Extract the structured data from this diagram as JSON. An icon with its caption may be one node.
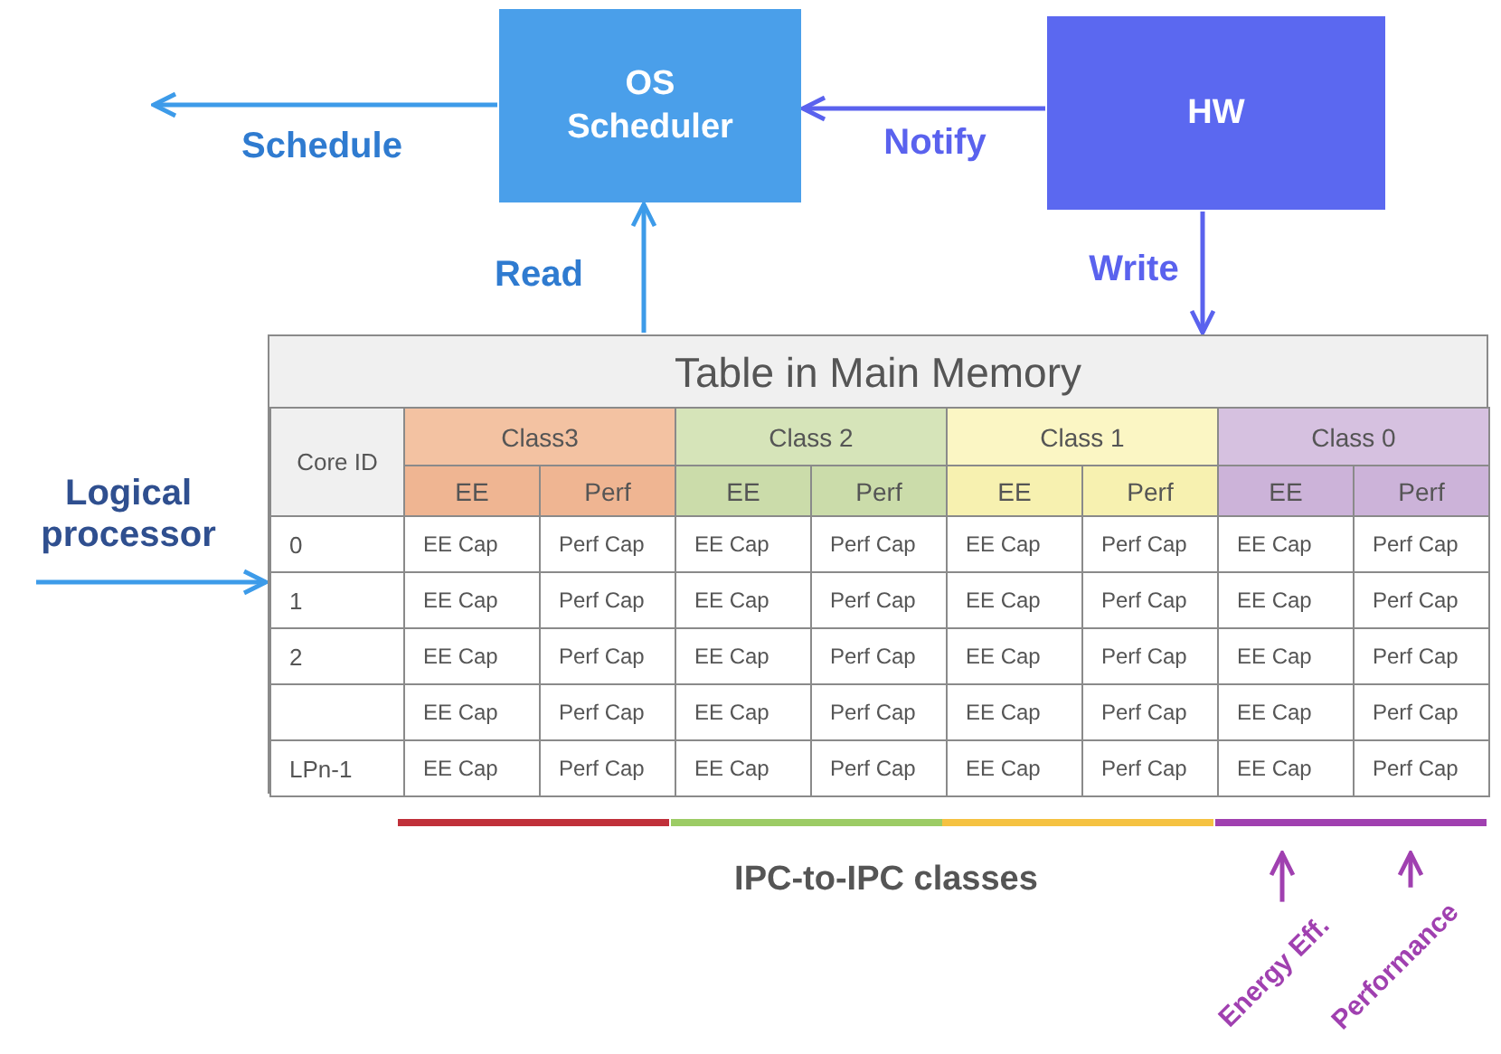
{
  "diagram": {
    "nodes": [
      {
        "text": [
          "OS Scheduler"
        ]
      },
      {
        "text": [
          "HW"
        ]
      },
      {
        "text": [
          "Table in Main Memory"
        ]
      },
      {
        "text": [
          "Logical processor"
        ]
      },
      {
        "text": [
          "Energy Eff."
        ]
      },
      {
        "text": [
          "Performance"
        ]
      }
    ],
    "edges": [
      {
        "from": 0,
        "to": null,
        "arrow": "to",
        "label": "Schedule"
      },
      {
        "from": 1,
        "to": 0,
        "arrow": "to",
        "label": "Notify",
        "color": "#5a62ee"
      },
      {
        "from": 2,
        "to": 0,
        "arrow": "to",
        "label": "Read"
      },
      {
        "from": 1,
        "to": 2,
        "arrow": "to",
        "label": "Write",
        "color": "#5a62ee"
      },
      {
        "from": 3,
        "to": 2,
        "arrow": "to"
      },
      {
        "from": 4,
        "to": null,
        "arrow": "to",
        "color": "#a040b0"
      },
      {
        "from": 5,
        "to": null,
        "arrow": "to",
        "color": "#a040b0"
      }
    ],
    "labels": [
      "Core ID",
      "Class3",
      "Class 2",
      "Class 1",
      "Class 0",
      "EE",
      "Perf",
      "EE",
      "Perf",
      "EE",
      "Perf",
      "EE",
      "Perf",
      "0",
      "EE Cap",
      "Perf Cap",
      "EE Cap",
      "Perf Cap",
      "EE Cap",
      "Perf Cap",
      "EE Cap",
      "Perf Cap",
      "1",
      "EE Cap",
      "Perf Cap",
      "EE Cap",
      "Perf Cap",
      "EE Cap",
      "Perf Cap",
      "EE Cap",
      "Perf Cap",
      "2",
      "EE Cap",
      "Perf Cap",
      "EE Cap",
      "Perf Cap",
      "EE Cap",
      "Perf Cap",
      "EE Cap",
      "Perf Cap",
      "EE Cap",
      "Perf Cap",
      "EE Cap",
      "Perf Cap",
      "EE Cap",
      "Perf Cap",
      "EE Cap",
      "Perf Cap",
      "LPn-1",
      "EE Cap",
      "Perf Cap",
      "EE Cap",
      "Perf Cap",
      "EE Cap",
      "Perf Cap",
      "EE Cap",
      "Perf Cap",
      "IPC-to-IPC classes"
    ]
  }
}
